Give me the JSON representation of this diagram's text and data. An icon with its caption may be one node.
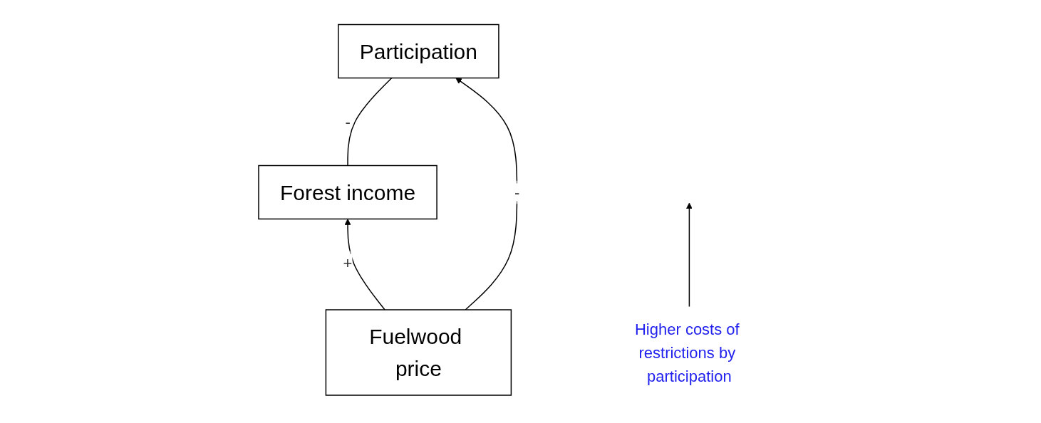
{
  "diagram": {
    "nodes": [
      {
        "text": [
          "Forest income"
        ]
      },
      {
        "text": [
          "Participation"
        ]
      },
      {
        "text": [
          "Fuelwood price"
        ]
      },
      {
        "text": [
          "Higher costs of restrictions by participation"
        ]
      }
    ],
    "edges": [
      {
        "from": 0,
        "to": 1,
        "label": "-",
        "arrow": "none"
      },
      {
        "from": 2,
        "to": 0,
        "label": "+",
        "arrow": "to"
      },
      {
        "from": 2,
        "to": 1,
        "label": "-",
        "arrow": "to"
      },
      {
        "from": 3,
        "to": null,
        "arrow": "to"
      }
    ]
  }
}
